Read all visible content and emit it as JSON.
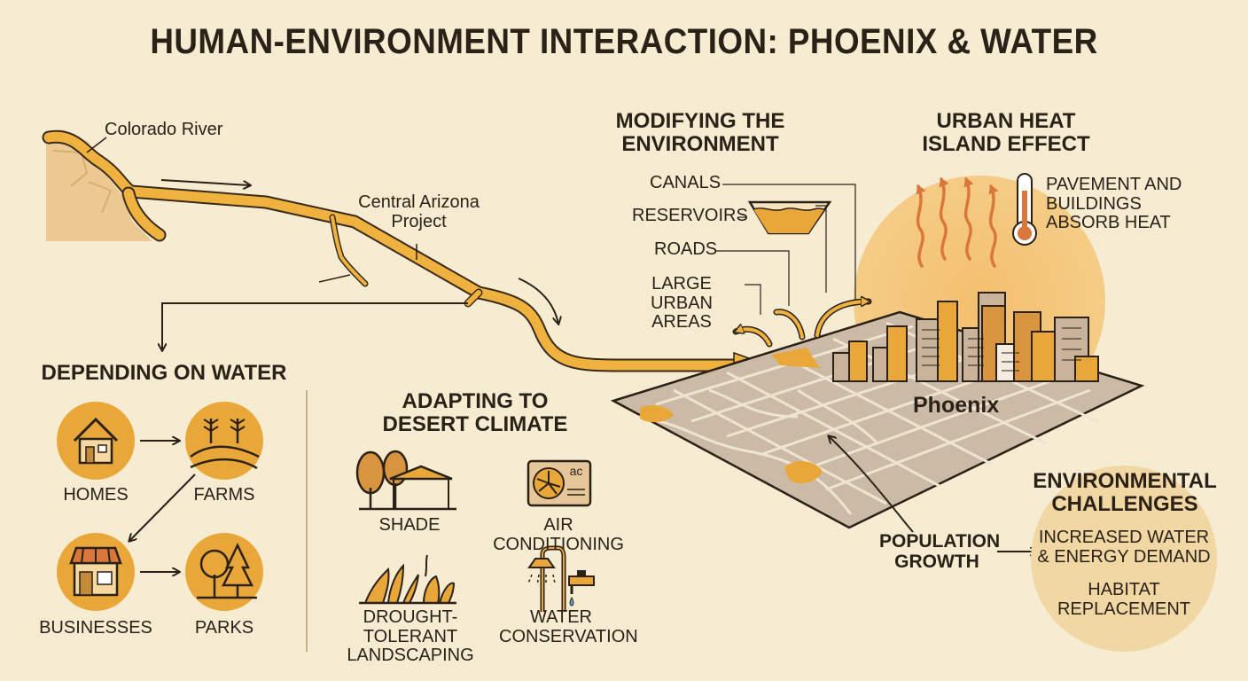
{
  "title": "HUMAN-ENVIRONMENT INTERACTION: PHOENIX & WATER",
  "river": {
    "colorado": "Colorado River",
    "cap_line1": "Central Arizona",
    "cap_line2": "Project"
  },
  "depending": {
    "heading": "DEPENDING ON WATER",
    "items": [
      "HOMES",
      "FARMS",
      "BUSINESSES",
      "PARKS"
    ]
  },
  "adapting": {
    "heading_line1": "ADAPTING TO",
    "heading_line2": "DESERT CLIMATE",
    "shade": "SHADE",
    "ac": "AIR CONDITIONING",
    "ac_unit_text": "ac",
    "drought_line1": "DROUGHT-TOLERANT",
    "drought_line2": "LANDSCAPING",
    "water_line1": "WATER",
    "water_line2": "CONSERVATION"
  },
  "modifying": {
    "heading_line1": "MODIFYING THE",
    "heading_line2": "ENVIRONMENT",
    "canals": "CANALS",
    "reservoirs": "RESERVOIRS",
    "roads": "ROADS",
    "urban_line1": "LARGE URBAN",
    "urban_line2": "AREAS"
  },
  "heat": {
    "heading_line1": "URBAN HEAT",
    "heading_line2": "ISLAND EFFECT",
    "note_line1": "PAVEMENT AND",
    "note_line2": "BUILDINGS",
    "note_line3": "ABSORB HEAT"
  },
  "city": "Phoenix",
  "population": {
    "line1": "POPULATION",
    "line2": "GROWTH"
  },
  "challenges": {
    "heading_line1": "ENVIRONMENTAL",
    "heading_line2": "CHALLENGES",
    "item1_line1": "INCREASED WATER",
    "item1_line2": "& ENERGY DEMAND",
    "item2_line1": "HABITAT",
    "item2_line2": "REPLACEMENT"
  },
  "colors": {
    "background": "#f6ecd2",
    "accent": "#f0b23e",
    "outline": "#2b2117",
    "circle": "#e9a73a",
    "heat": "#d9783a"
  }
}
